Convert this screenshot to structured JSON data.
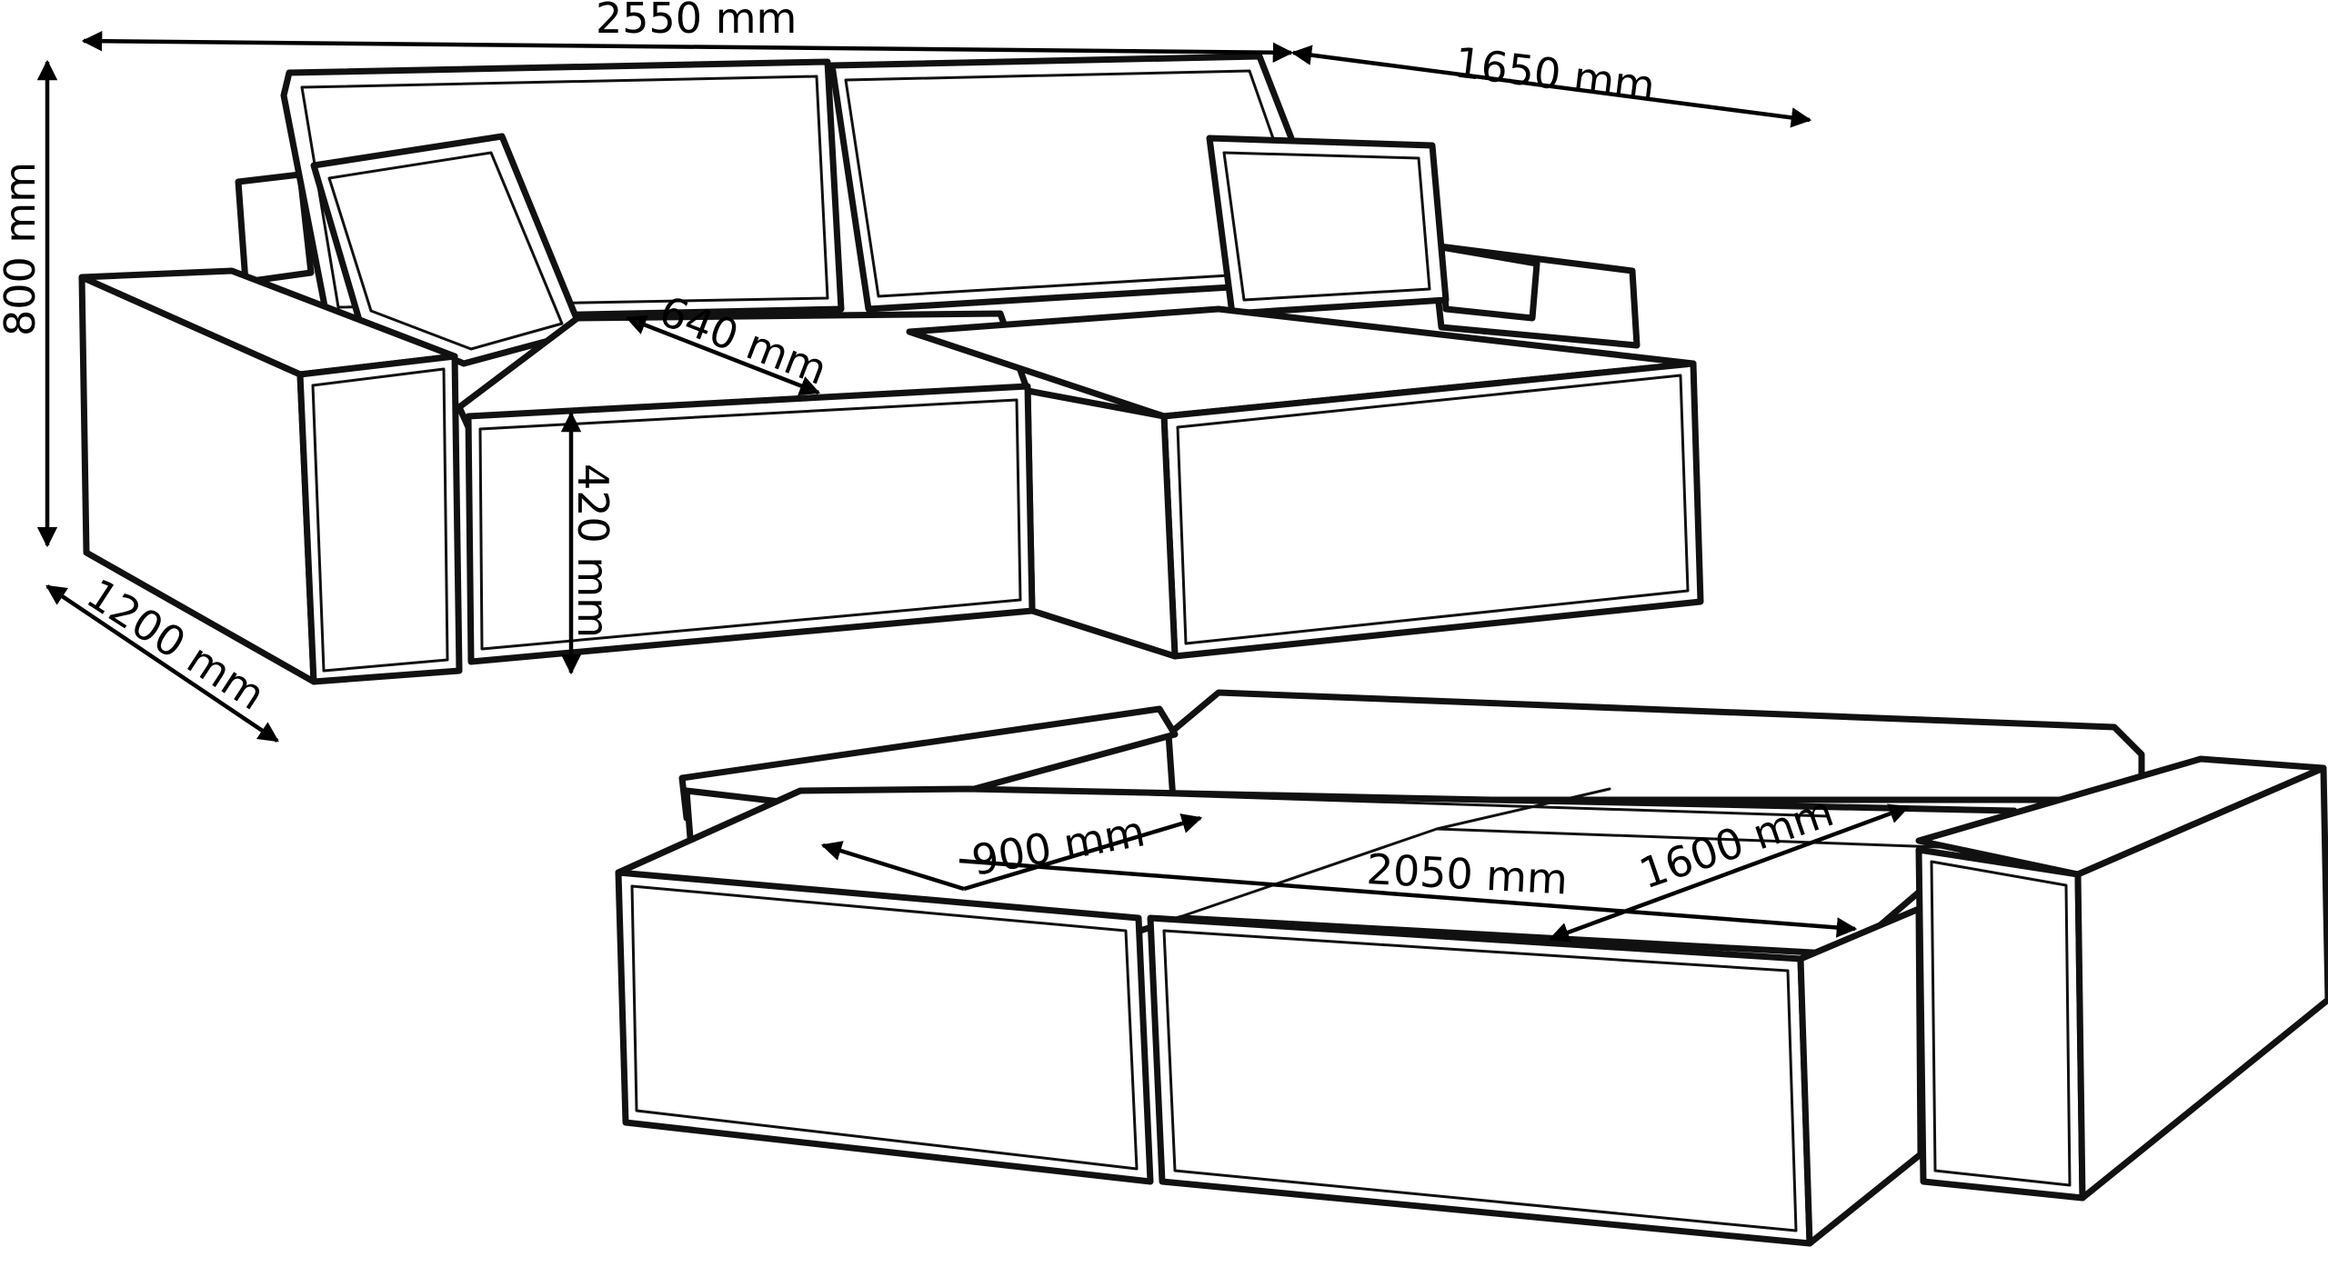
{
  "figure": {
    "top_sofa_dimensions": {
      "total_width": "2550 mm",
      "chaise_length": "1650 mm",
      "height": "800 mm",
      "depth": "1200 mm",
      "seat_depth": "640 mm",
      "seat_height": "420 mm"
    },
    "bed_dimensions": {
      "part_width": "900 mm",
      "bed_length": "2050 mm",
      "bed_width": "1600 mm"
    }
  }
}
